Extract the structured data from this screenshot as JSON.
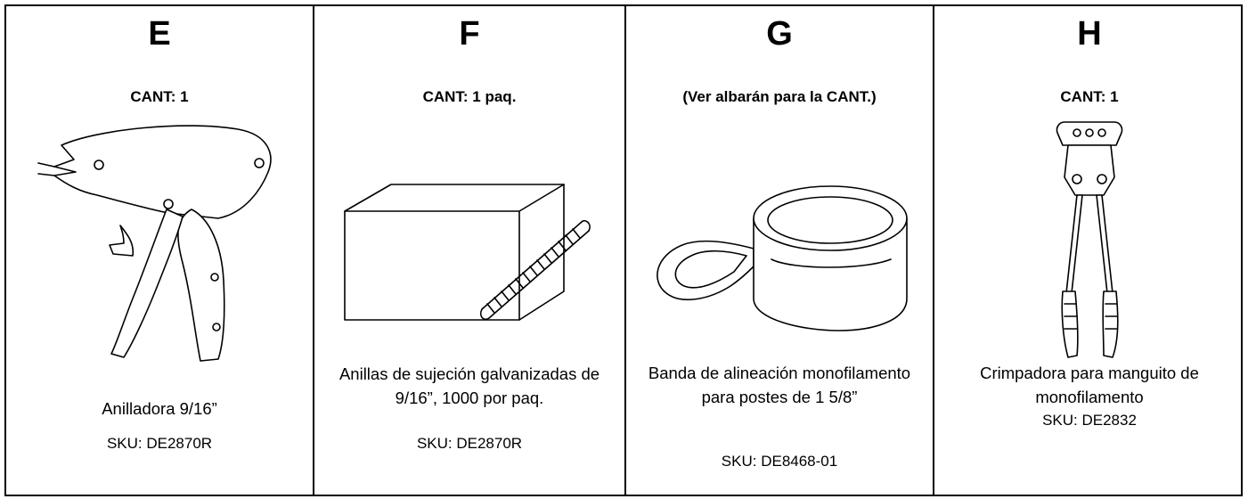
{
  "items": [
    {
      "letter": "E",
      "qty": "CANT: 1",
      "desc": "Anilladora 9/16”",
      "sku": "SKU: DE2870R",
      "icon": "hog-ring-plier-icon"
    },
    {
      "letter": "F",
      "qty": "CANT: 1 paq.",
      "desc": "Anillas de sujeción galvanizadas de 9/16”, 1000 por paq.",
      "sku": "SKU: DE2870R",
      "icon": "hog-rings-box-icon"
    },
    {
      "letter": "G",
      "qty": "(Ver albarán para la CANT.)",
      "desc": "Banda de alineación monofilamento para postes de 1 5/8”",
      "sku": "SKU: DE8468-01",
      "icon": "alignment-band-icon"
    },
    {
      "letter": "H",
      "qty": "CANT: 1",
      "desc": "Crimpadora para manguito de monofilamento",
      "sku": "SKU: DE2832",
      "icon": "sleeve-crimper-icon"
    }
  ]
}
